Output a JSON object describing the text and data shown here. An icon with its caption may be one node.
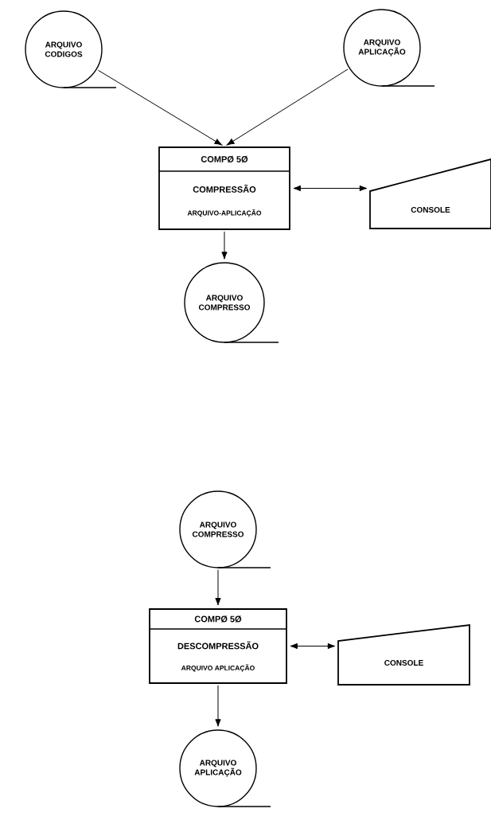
{
  "diagram": {
    "nodes": [
      {
        "text": [
          "ARQUIVO CODIGOS"
        ]
      },
      {
        "text": [
          "ARQUIVO APLICAÇÃO"
        ]
      },
      {
        "text": [
          "COMPØ 5Ø",
          "COMPRESSÃO",
          "ARQUIVO-APLICAÇÃO"
        ]
      },
      {
        "text": [
          "CONSOLE"
        ]
      },
      {
        "text": [
          "ARQUIVO COMPRESSO"
        ]
      },
      {
        "text": [
          "ARQUIVO COMPRESSO"
        ]
      },
      {
        "text": [
          "COMPØ 5Ø",
          "DESCOMPRESSÃO",
          "ARQUIVO APLICAÇÃO"
        ]
      },
      {
        "text": [
          "CONSOLE"
        ]
      },
      {
        "text": [
          "ARQUIVO APLICAÇÃO"
        ]
      }
    ],
    "edges": [
      {
        "from": 0,
        "to": 2,
        "arrow": "to"
      },
      {
        "from": 1,
        "to": 2,
        "arrow": "to"
      },
      {
        "from": 2,
        "to": 3,
        "arrow": "both"
      },
      {
        "from": 2,
        "to": 4,
        "arrow": "to"
      },
      {
        "from": 5,
        "to": 6,
        "arrow": "to"
      },
      {
        "from": 6,
        "to": 7,
        "arrow": "both"
      },
      {
        "from": 6,
        "to": 8,
        "arrow": "to"
      }
    ]
  }
}
